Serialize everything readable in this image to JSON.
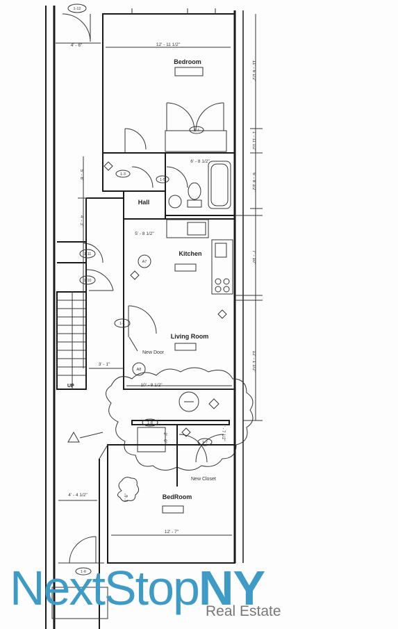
{
  "rooms": {
    "bedroom_top": "Bedroom",
    "hall": "Hall",
    "kitchen": "Kitchen",
    "living_room": "Living Room",
    "bedroom_bottom": "BedRoom"
  },
  "notes": {
    "new_door": "New Door",
    "new_closet": "New Closet",
    "stairs_up": "UP"
  },
  "dimensions": {
    "d_top_width": "12' - 11 1/2\"",
    "d_top_left": "4' - 6\"",
    "d_right_bedroom": "11' - 6 1/2\"",
    "d_right_closet": "1' - 11 1/2\"",
    "d_bath_width": "6' - 8 1/2\"",
    "d_right_bath": "6' - 8 1/2\"",
    "d_left_hall": "5' - 8\"",
    "d_left_corridor": "4' - 3\"",
    "d_hall_width": "5' - 8 1/2\"",
    "d_right_kitchen": "7' - 10\"",
    "d_right_living": "12' - 1 1/2\"",
    "d_stair_width": "3' - 1\"",
    "d_living_width": "10' - 9 1/2\"",
    "d_closet_v": "2' - 0\"",
    "d_closet_r": "1' - 7 1/2\"",
    "d_bottom_left": "4' - 4 1/2\"",
    "d_bottom_small": "1' 6\"",
    "d_bottom_width": "12' - 7\""
  },
  "tags": {
    "t_1_12": "1-12",
    "t_1_4": "1-4",
    "t_1_3": "1-3",
    "t_1_5": "1-5",
    "t_1_11": "1-11",
    "t_1_10": "1-10",
    "t_1_1": "1-1",
    "t_1_8": "1-8",
    "t_1_7": "1-7",
    "t_1_6": "1-6",
    "t_a7": "A7",
    "t_a8": "A8"
  },
  "logo": {
    "part1": "NextStop",
    "part2": "NY",
    "tagline": "Real Estate"
  }
}
